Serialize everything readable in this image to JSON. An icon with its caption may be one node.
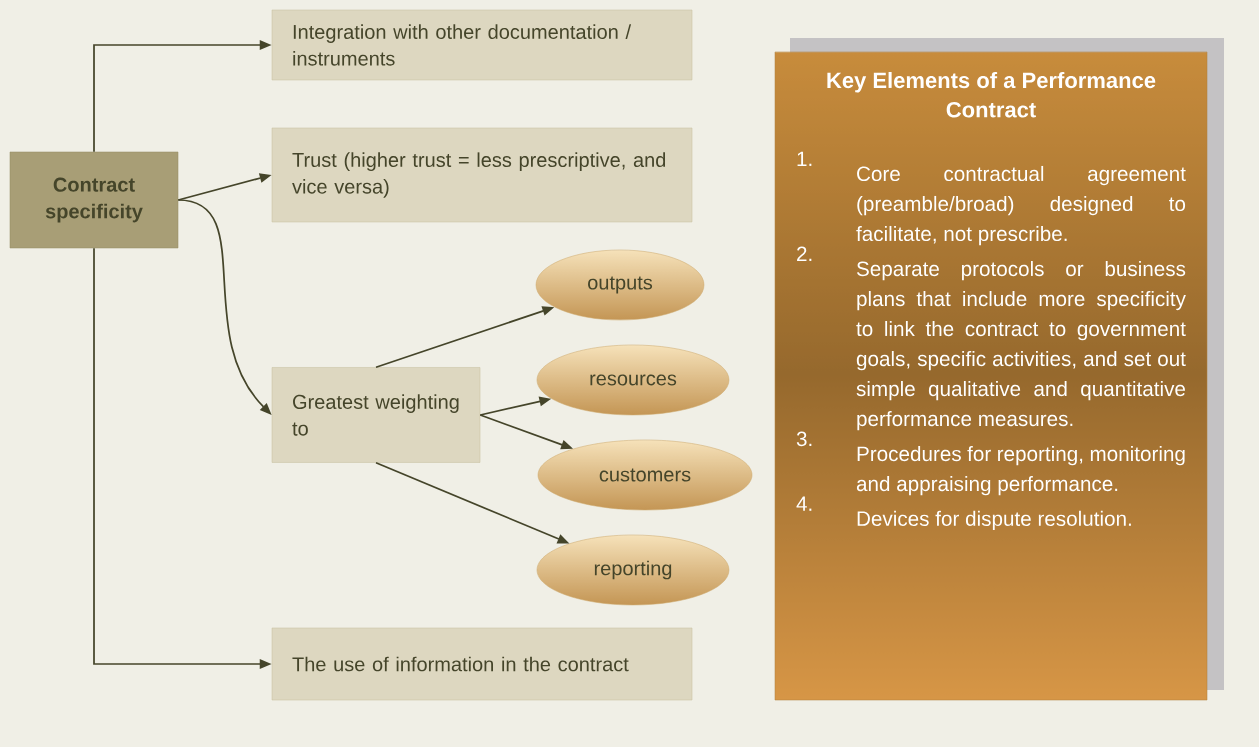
{
  "diagram": {
    "nodes": [
      {
        "text": [
          "Contract specificity"
        ]
      },
      {
        "text": [
          "Integration with other documentation / instruments"
        ]
      },
      {
        "text": [
          "Trust (higher trust = less prescriptive, and vice versa)"
        ]
      },
      {
        "text": [
          "Greatest weighting to"
        ]
      },
      {
        "text": [
          "outputs"
        ]
      },
      {
        "text": [
          "resources"
        ]
      },
      {
        "text": [
          "customers"
        ]
      },
      {
        "text": [
          "reporting"
        ]
      },
      {
        "text": [
          "The use of information in the contract"
        ]
      },
      {
        "text": [
          "Key Elements of a Performance Contract",
          "1.",
          "Core contractual agreement (preamble/broad) designed to facilitate, not prescribe.",
          "2.",
          "Separate protocols or business plans that include more specificity to link the contract to government goals, specific activities, and set out simple qualitative and quantitative performance measures.",
          "3.",
          "Procedures for reporting, monitoring and appraising performance.",
          "4.",
          "Devices for dispute resolution."
        ]
      }
    ],
    "edges": [
      {
        "from": 0,
        "to": 1,
        "arrow": "to"
      },
      {
        "from": 0,
        "to": 2,
        "arrow": "to"
      },
      {
        "from": 0,
        "to": 3,
        "arrow": "to"
      },
      {
        "from": 3,
        "to": 4,
        "arrow": "to"
      },
      {
        "from": 3,
        "to": 5,
        "arrow": "to"
      },
      {
        "from": 3,
        "to": 6,
        "arrow": "to"
      },
      {
        "from": 3,
        "to": 7,
        "arrow": "to"
      },
      {
        "from": 0,
        "to": 8,
        "arrow": "to"
      }
    ]
  }
}
